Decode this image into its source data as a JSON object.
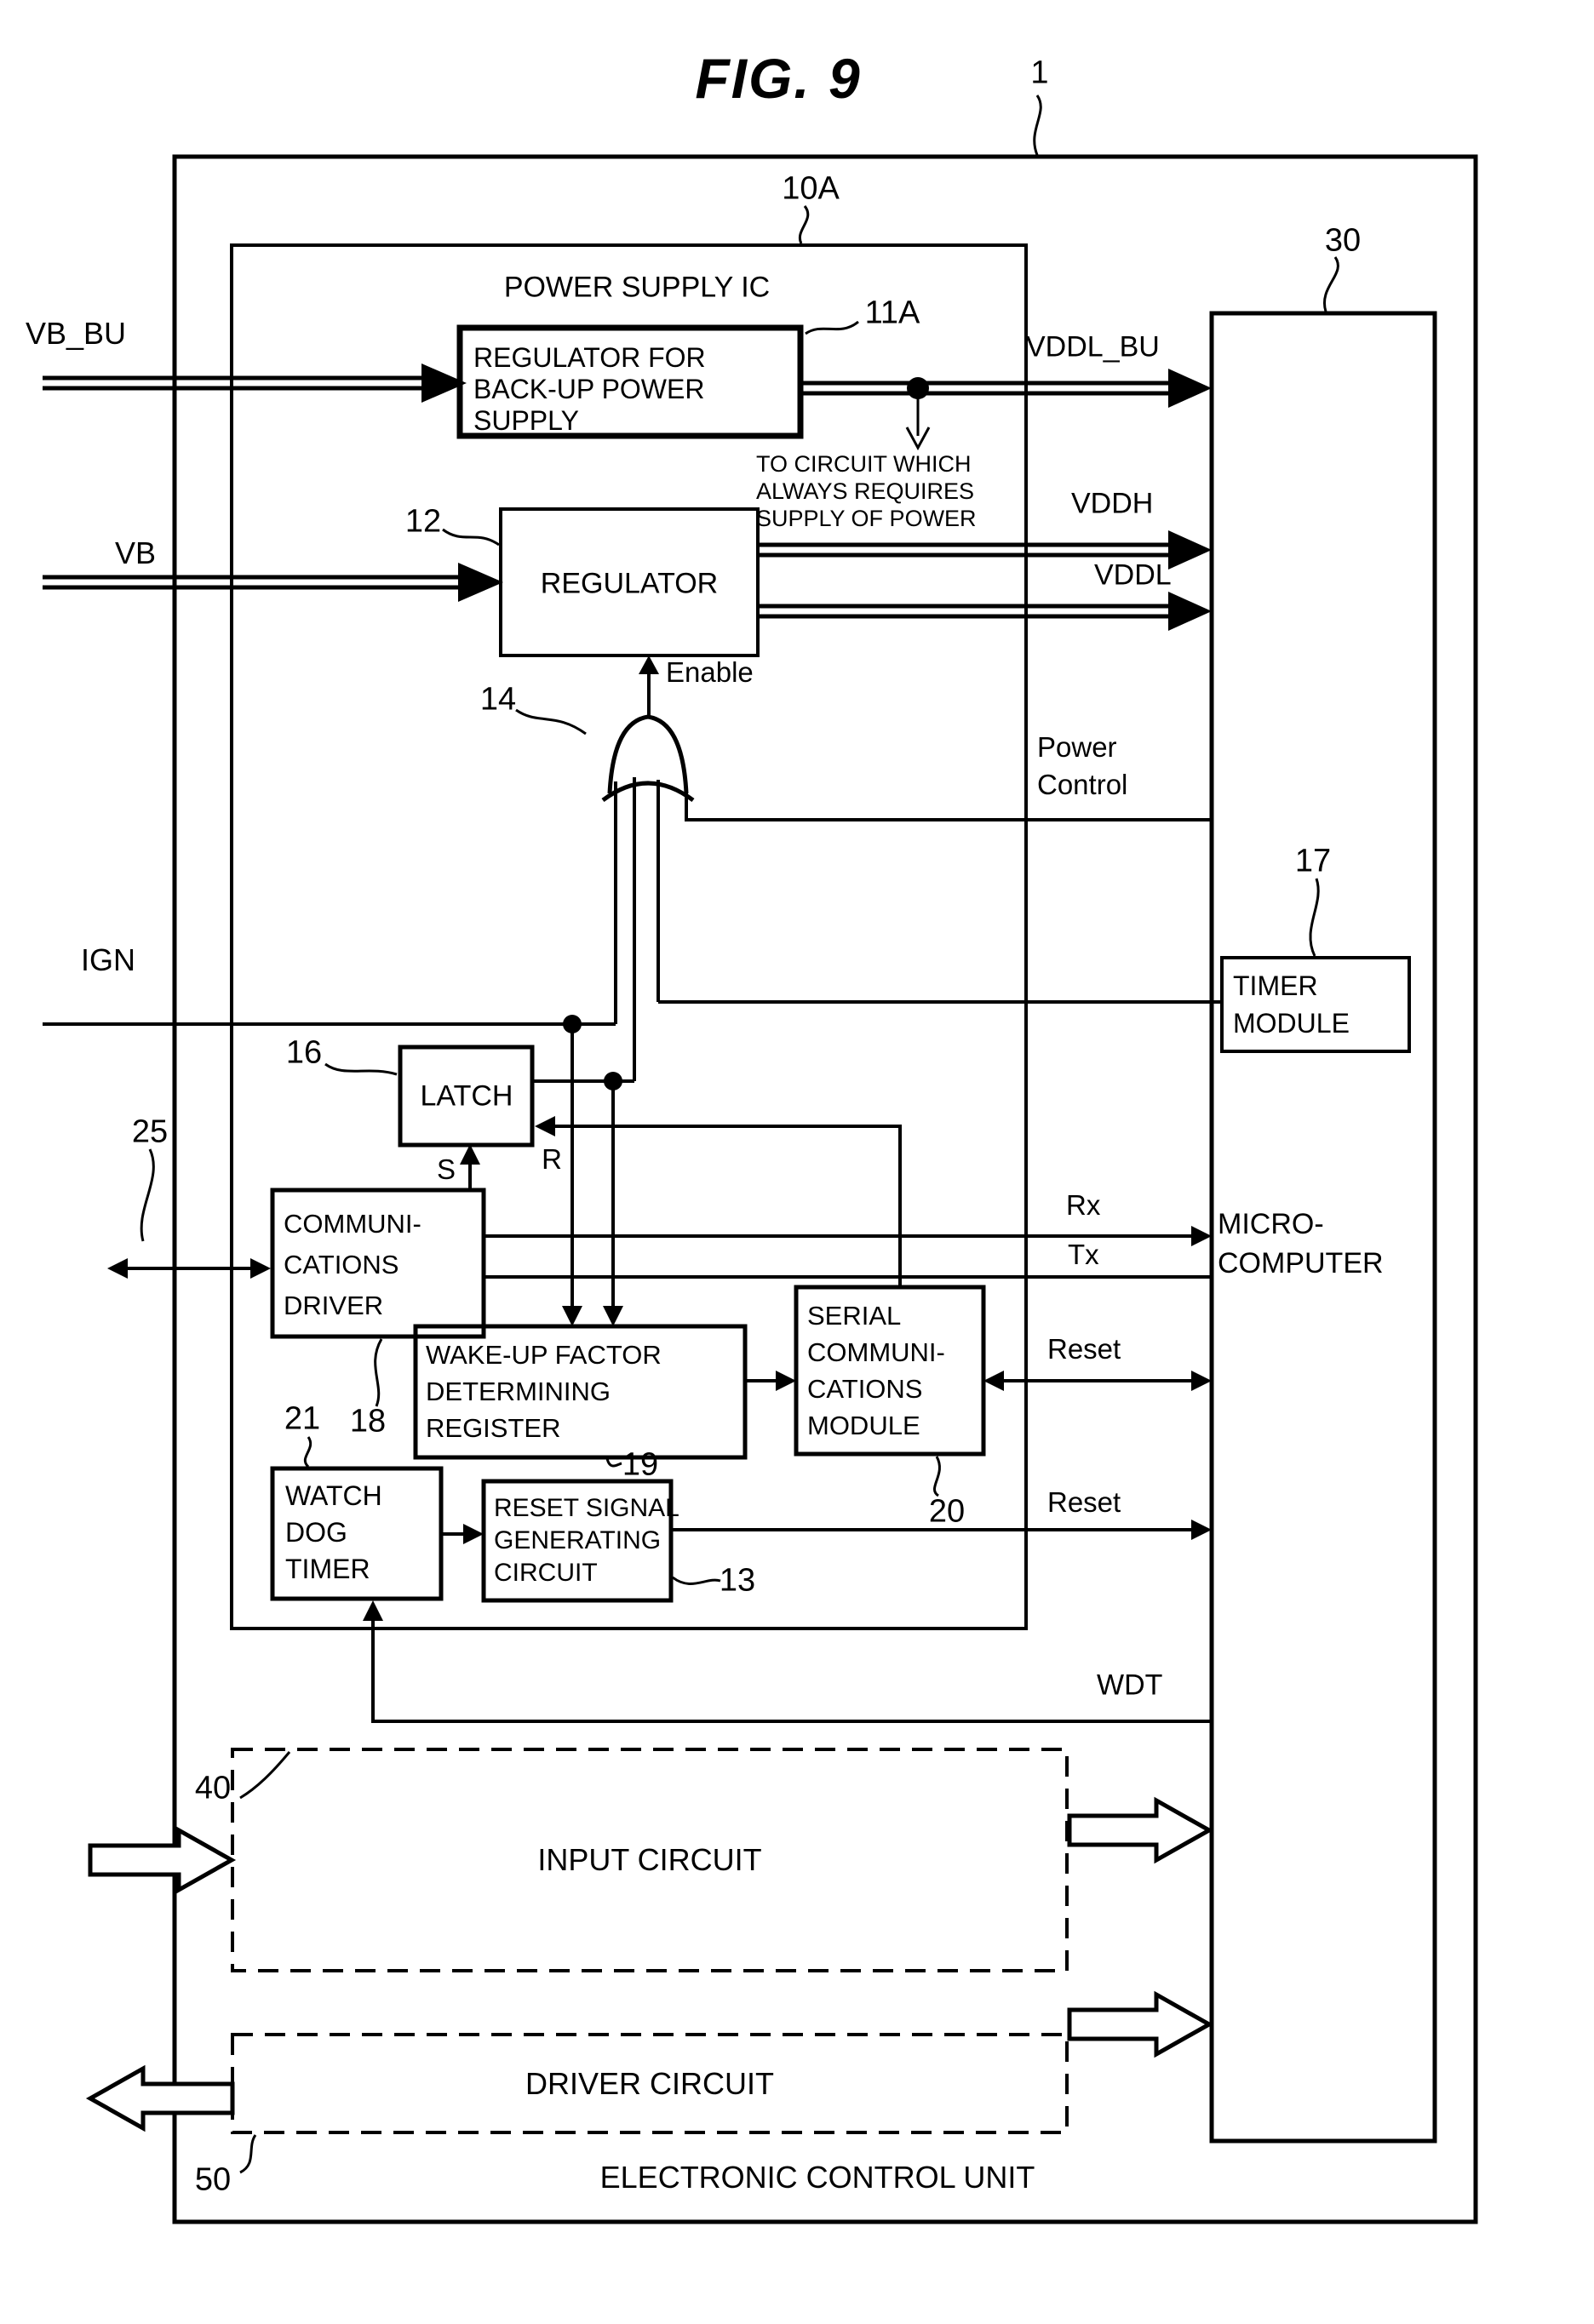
{
  "figure": {
    "title": "FIG. 9"
  },
  "refs": {
    "unit": "1",
    "power_ic": "10A",
    "backup_regulator": "11A",
    "regulator": "12",
    "reset_gen": "13",
    "or_gate": "14",
    "latch": "16",
    "timer_module": "17",
    "comm_driver": "18",
    "wakeup_register": "19",
    "serial_module": "20",
    "watchdog": "21",
    "comm_bus": "25",
    "microcomputer": "30",
    "input_circuit": "40",
    "driver_circuit": "50"
  },
  "boxes": {
    "power_ic": {
      "label": "POWER SUPPLY IC"
    },
    "backup_regulator": {
      "lines": [
        "REGULATOR FOR",
        "BACK-UP POWER",
        "SUPPLY"
      ]
    },
    "regulator": {
      "label": "REGULATOR"
    },
    "latch": {
      "label": "LATCH"
    },
    "comm_driver": {
      "lines": [
        "COMMUNI-",
        "CATIONS",
        "DRIVER"
      ]
    },
    "wakeup_register": {
      "lines": [
        "WAKE-UP FACTOR",
        "DETERMINING",
        "REGISTER"
      ]
    },
    "serial_module": {
      "lines": [
        "SERIAL",
        "COMMUNI-",
        "CATIONS",
        "MODULE"
      ]
    },
    "watchdog": {
      "lines": [
        "WATCH",
        "DOG",
        "TIMER"
      ]
    },
    "reset_gen": {
      "lines": [
        "RESET SIGNAL",
        "GENERATING",
        "CIRCUIT"
      ]
    },
    "timer_module": {
      "lines": [
        "TIMER",
        "MODULE"
      ]
    },
    "microcomputer": {
      "lines": [
        "MICRO-",
        "COMPUTER"
      ]
    },
    "input_circuit": {
      "label": "INPUT CIRCUIT"
    },
    "driver_circuit": {
      "label": "DRIVER CIRCUIT"
    },
    "ecu": {
      "label": "ELECTRONIC CONTROL UNIT"
    }
  },
  "signals": {
    "vb_bu": "VB_BU",
    "vb": "VB",
    "ign": "IGN",
    "vddl_bu": "VDDL_BU",
    "vddh": "VDDH",
    "vddl": "VDDL",
    "enable": "Enable",
    "power_control": [
      "Power",
      "Control"
    ],
    "always_note": [
      "TO CIRCUIT WHICH",
      "ALWAYS REQUIRES",
      "SUPPLY OF POWER"
    ],
    "rx": "Rx",
    "tx": "Tx",
    "reset_serial": "Reset",
    "reset_micro": "Reset",
    "wdt": "WDT",
    "set": "S",
    "reset_input": "R"
  }
}
